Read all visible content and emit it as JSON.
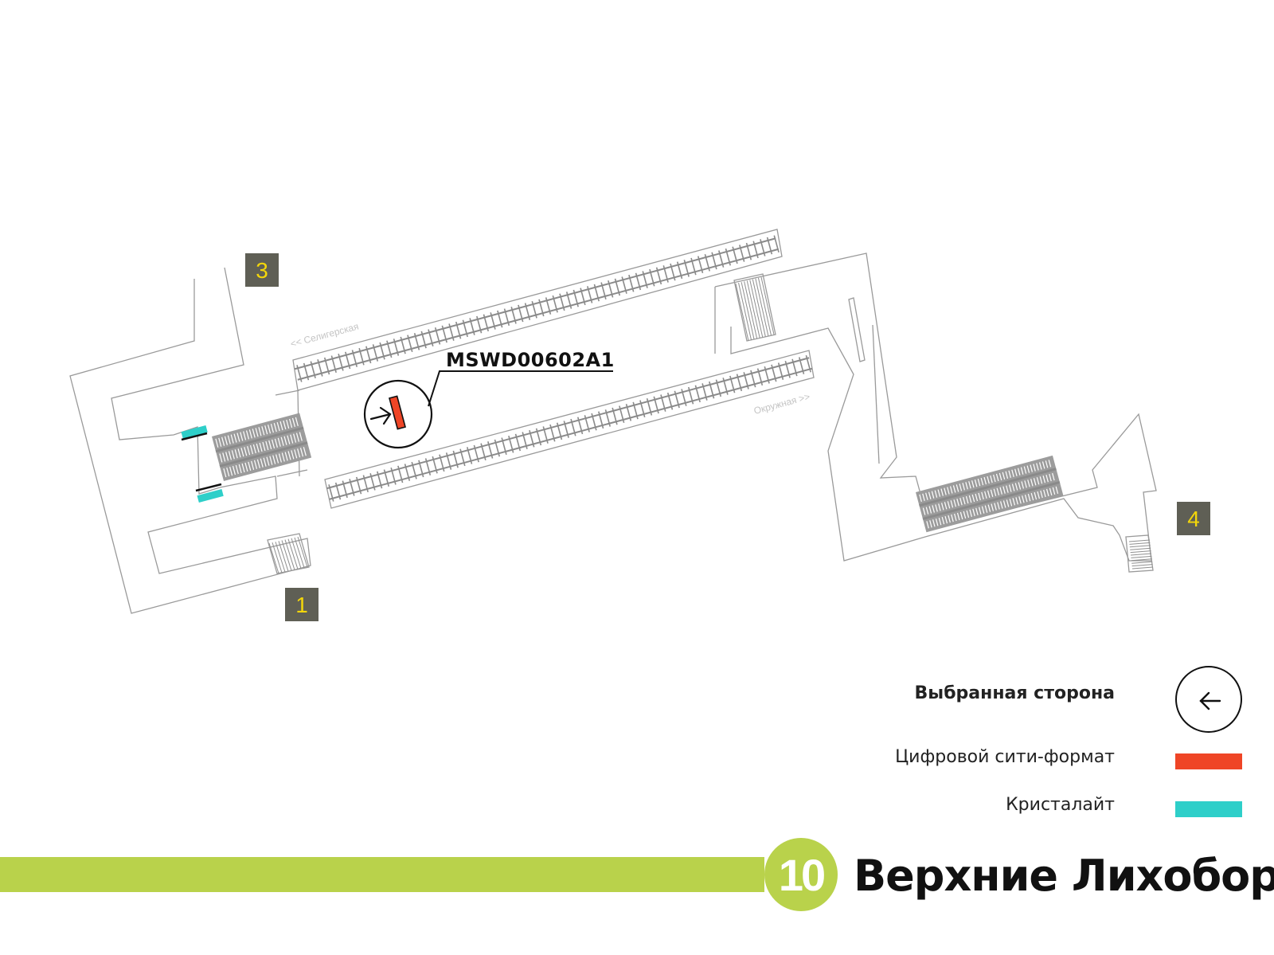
{
  "map": {
    "direction_left": "<< Селигерская",
    "direction_right": "Окружная >>",
    "placement_code": "MSWD00602A1",
    "entrances": [
      "3",
      "1",
      "4"
    ]
  },
  "legend": {
    "selected_side": "Выбранная сторона",
    "digital_city_format": "Цифровой сити-формат",
    "crystalite": "Кристалайт"
  },
  "station": {
    "line_number": "10",
    "name": "Верхние Лихоборы"
  },
  "colors": {
    "line": "#b9d24b",
    "digital": "#ef4526",
    "crystalite": "#2ecfc9",
    "entrance_box": "#5f5f55",
    "entrance_number": "#f3d60a"
  },
  "icons": {
    "selected_side": "left-arrow-in-circle-icon"
  }
}
